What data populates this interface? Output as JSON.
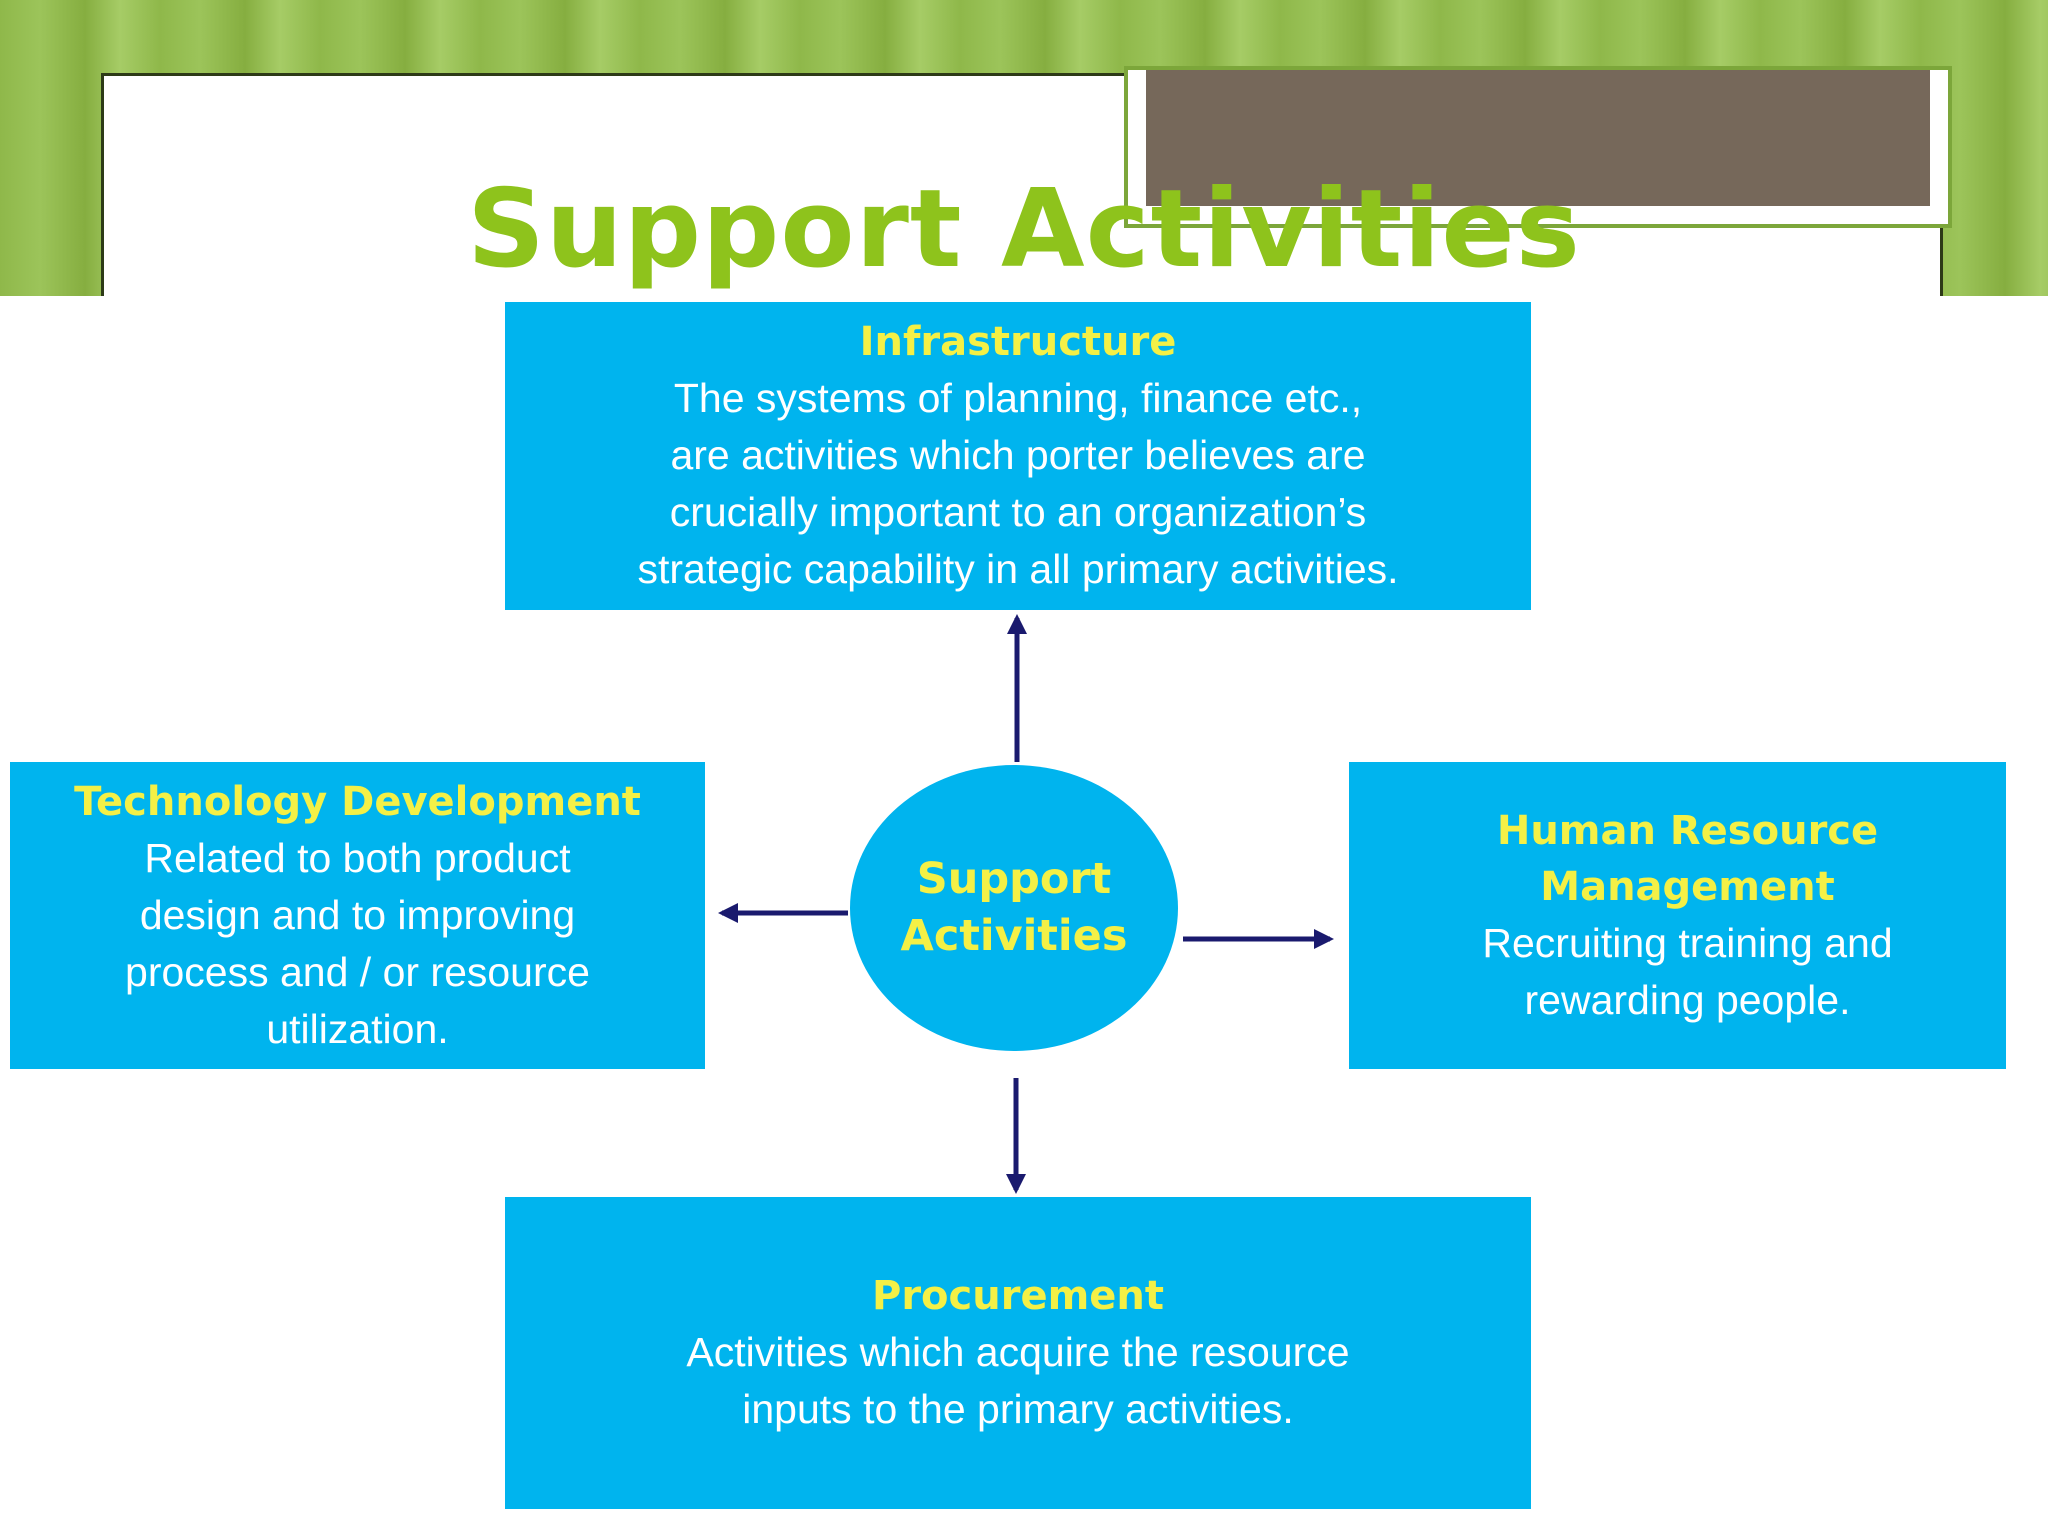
{
  "title": "Support Activities",
  "center": {
    "label": "Support\nActivities"
  },
  "boxes": {
    "infrastructure": {
      "title": "Infrastructure",
      "description": "The systems of planning, finance etc.,\nare activities which porter believes are\ncrucially important to an organization’s\nstrategic capability in all primary activities."
    },
    "technology": {
      "title": "Technology Development",
      "description": "Related to both product\ndesign and to improving\nprocess and / or resource\nutilization."
    },
    "hr": {
      "title": "Human Resource\nManagement",
      "description": "Recruiting training and\nrewarding people."
    },
    "procurement": {
      "title": "Procurement",
      "description": "Activities which acquire the  resource\ninputs to the primary activities."
    }
  },
  "colors": {
    "box_fill": "#00b4ee",
    "box_title": "#f4f046",
    "title_green": "#8ec31c",
    "arrow": "#1a1a6e",
    "header_block": "#76685a"
  }
}
